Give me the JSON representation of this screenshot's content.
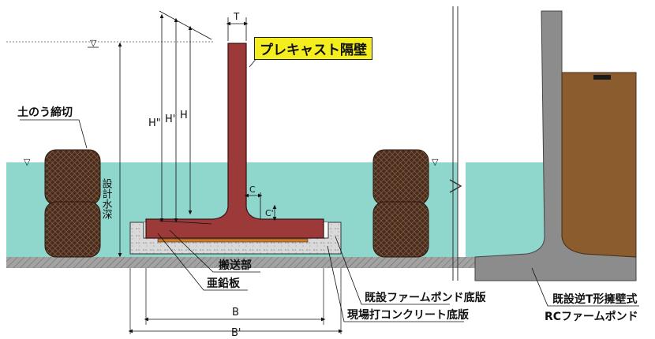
{
  "labels": {
    "precast_wall": "プレキャスト隔壁",
    "sandbag_cofferdam": "土のう締切",
    "design_depth": "設計水深",
    "lifting_part": "搬送部",
    "lead_plate": "亜鉛板",
    "existing_farm_pond_base": "既設ファームポンド底版",
    "cast_in_place_base": "現場打コンクリート底版",
    "existing_retaining_wall_line1": "既設逆T形擁壁式",
    "existing_retaining_wall_line2": "RCファームポンド"
  },
  "dimensions": {
    "T": "T",
    "H": "H",
    "H_prime": "H'",
    "H_double": "H\"",
    "C": "C",
    "C_prime": "C'",
    "B": "B",
    "B_prime": "B'"
  },
  "symbols": {
    "water_level": "▽"
  },
  "colors": {
    "water": "#8fd6cc",
    "wall": "#9c3a3a",
    "concrete": "#d6d6d6",
    "existing_wall": "#8c8c8c",
    "soil": "#8a5c2e",
    "ground": "#9a9a9a",
    "sandbag": "#4b2c1c",
    "callout_bg": "#f4ee1e"
  }
}
